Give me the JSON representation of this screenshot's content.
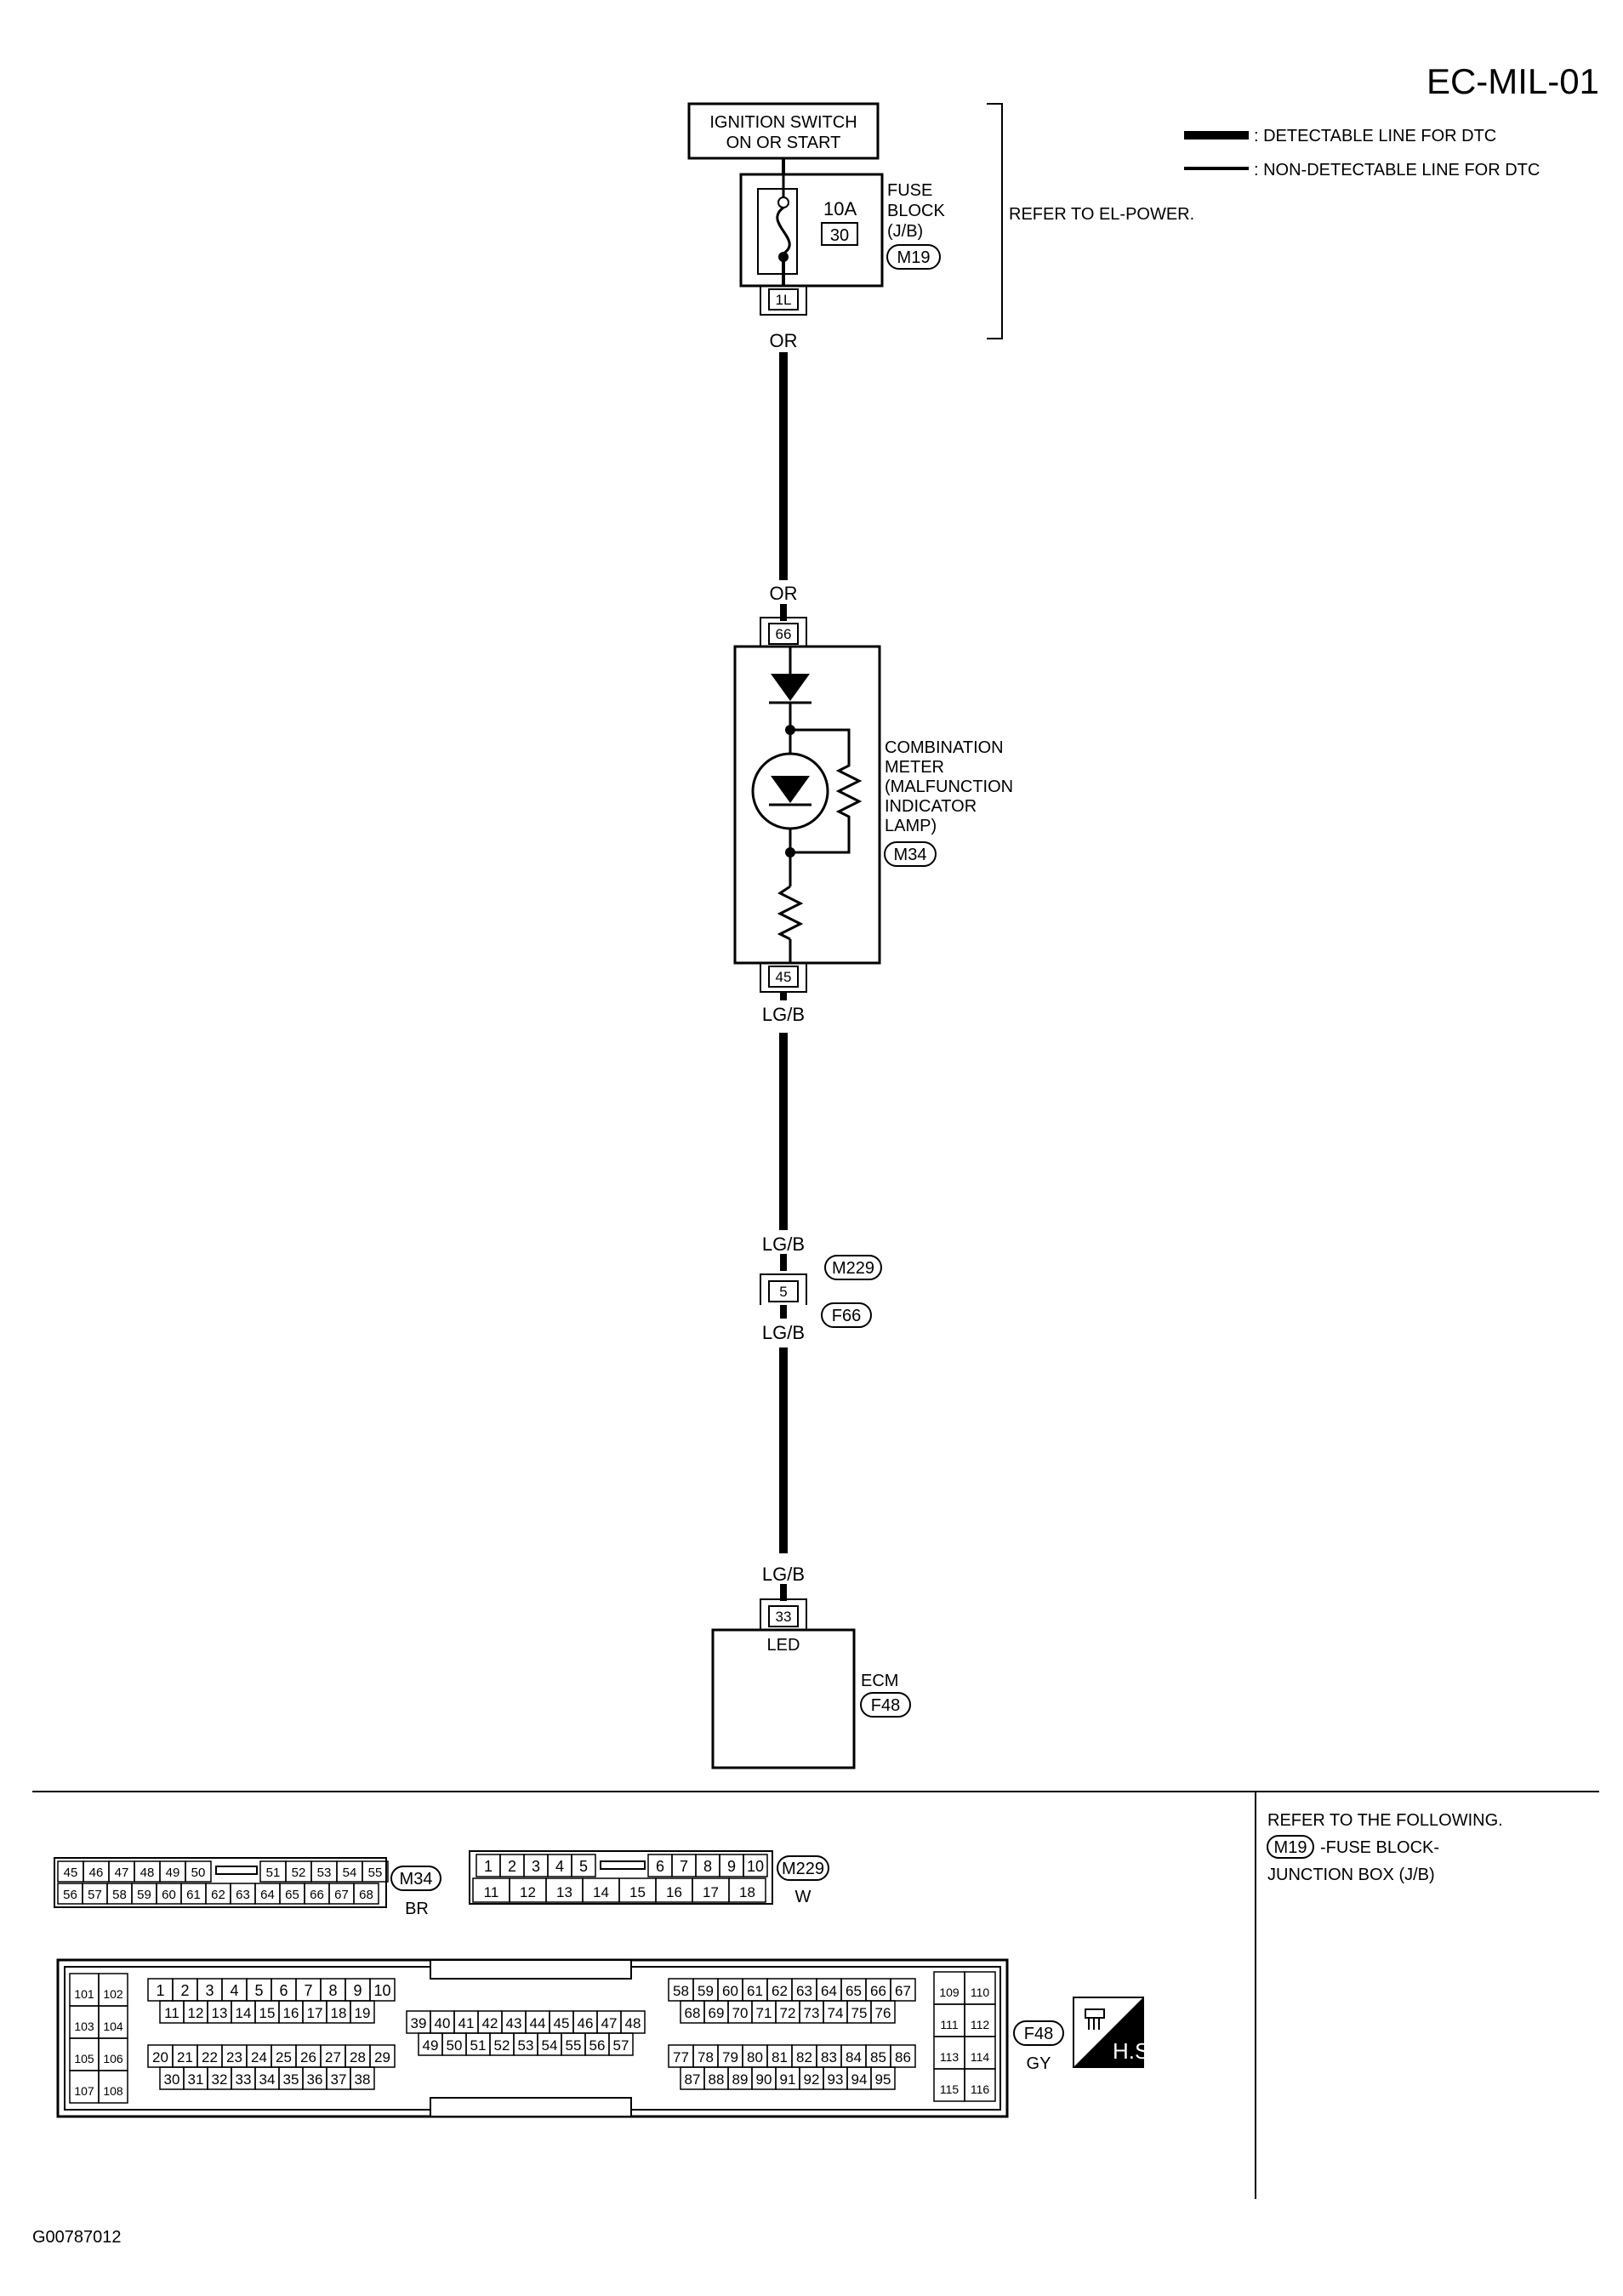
{
  "page": {
    "title": "EC-MIL-01",
    "figure_id": "G00787012"
  },
  "legend": {
    "detectable": ": DETECTABLE LINE FOR DTC",
    "non_detectable": ": NON-DETECTABLE LINE FOR DTC"
  },
  "ignition": {
    "line1": "IGNITION SWITCH",
    "line2": "ON OR START"
  },
  "fuse": {
    "rating": "10A",
    "number": "30",
    "label1": "FUSE",
    "label2": "BLOCK",
    "label3": "(J/B)",
    "connector": "M19",
    "terminal": "1L"
  },
  "refer_el_power": "REFER TO EL-POWER.",
  "wires": {
    "or_top": "OR",
    "or_bottom": "OR",
    "lgb_1": "LG/B",
    "lgb_2": "LG/B",
    "lgb_3": "LG/B",
    "lgb_4": "LG/B"
  },
  "meter": {
    "pin_in": "66",
    "pin_out": "45",
    "label1": "COMBINATION",
    "label2": "METER",
    "label3": "(MALFUNCTION",
    "label4": "INDICATOR",
    "label5": "LAMP)",
    "connector": "M34"
  },
  "joint": {
    "pin": "5",
    "connector_top": "M229",
    "connector_bottom": "F66"
  },
  "ecm": {
    "pin": "33",
    "pin_label": "LED",
    "label": "ECM",
    "connector": "F48"
  },
  "refer_following": {
    "line1": "REFER TO THE FOLLOWING.",
    "connector": "M19",
    "line2": "-FUSE BLOCK-",
    "line3": "JUNCTION BOX (J/B)"
  },
  "conn_m34": {
    "id": "M34",
    "color": "BR",
    "row1_left": [
      "45",
      "46",
      "47",
      "48",
      "49",
      "50"
    ],
    "row1_right": [
      "51",
      "52",
      "53",
      "54",
      "55"
    ],
    "row2": [
      "56",
      "57",
      "58",
      "59",
      "60",
      "61",
      "62",
      "63",
      "64",
      "65",
      "66",
      "67",
      "68"
    ]
  },
  "conn_m229": {
    "id": "M229",
    "color": "W",
    "row1_left": [
      "1",
      "2",
      "3",
      "4",
      "5"
    ],
    "row1_right": [
      "6",
      "7",
      "8",
      "9",
      "10"
    ],
    "row2": [
      "11",
      "12",
      "13",
      "14",
      "15",
      "16",
      "17",
      "18"
    ]
  },
  "conn_f48": {
    "id": "F48",
    "color": "GY",
    "hs_label": "H.S.",
    "left_pairs": [
      [
        "101",
        "102"
      ],
      [
        "103",
        "104"
      ],
      [
        "105",
        "106"
      ],
      [
        "107",
        "108"
      ]
    ],
    "right_pairs": [
      [
        "109",
        "110"
      ],
      [
        "111",
        "112"
      ],
      [
        "113",
        "114"
      ],
      [
        "115",
        "116"
      ]
    ],
    "b1_r1": [
      "1",
      "2",
      "3",
      "4",
      "5",
      "6",
      "7",
      "8",
      "9",
      "10"
    ],
    "b1_r2": [
      "11",
      "12",
      "13",
      "14",
      "15",
      "16",
      "17",
      "18",
      "19"
    ],
    "b1_r3": [
      "20",
      "21",
      "22",
      "23",
      "24",
      "25",
      "26",
      "27",
      "28",
      "29"
    ],
    "b1_r4": [
      "30",
      "31",
      "32",
      "33",
      "34",
      "35",
      "36",
      "37",
      "38"
    ],
    "b2_r1": [
      "39",
      "40",
      "41",
      "42",
      "43",
      "44",
      "45",
      "46",
      "47",
      "48"
    ],
    "b2_r2": [
      "49",
      "50",
      "51",
      "52",
      "53",
      "54",
      "55",
      "56",
      "57"
    ],
    "b3_r1": [
      "58",
      "59",
      "60",
      "61",
      "62",
      "63",
      "64",
      "65",
      "66",
      "67"
    ],
    "b3_r2": [
      "68",
      "69",
      "70",
      "71",
      "72",
      "73",
      "74",
      "75",
      "76"
    ],
    "b3_r3": [
      "77",
      "78",
      "79",
      "80",
      "81",
      "82",
      "83",
      "84",
      "85",
      "86"
    ],
    "b3_r4": [
      "87",
      "88",
      "89",
      "90",
      "91",
      "92",
      "93",
      "94",
      "95"
    ]
  }
}
